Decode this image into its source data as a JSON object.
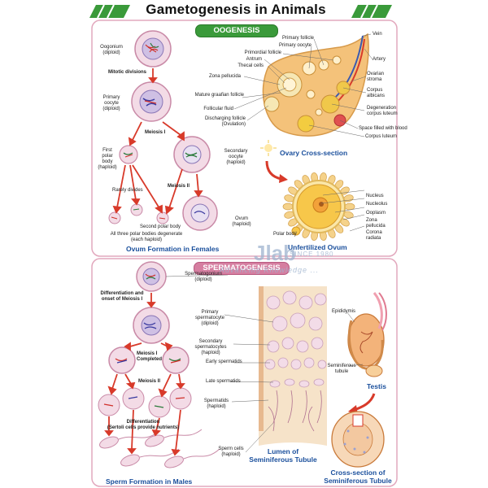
{
  "title": "Gametogenesis in Animals",
  "oogenesis": {
    "banner": "OOGENESIS",
    "labels": {
      "oogonium": "Oogonium\n(diploid)",
      "mitotic": "Mitotic divisions",
      "primary_oocyte": "Primary\noocyte\n(diploid)",
      "meiosis1": "Meiosis I",
      "first_polar": "First\npolar\nbody\n(haploid)",
      "rarely": "Rarely divides",
      "meiosis2": "Meiosis II",
      "secondary_oocyte": "Secondary\noocyte\n(haploid)",
      "second_polar": "Second polar body",
      "ovum": "Ovum\n(haploid)",
      "all_three": "All three polar bodies degenerate\n(each haploid)"
    },
    "caption": "Ovum Formation in Females"
  },
  "ovary": {
    "left_labels": [
      "Primary follicle",
      "Primary oocyte",
      "Primordial follicle",
      "Antrum",
      "Thecal cells",
      "Zona pellucida",
      "Mature graafian follicle",
      "Follicular fluid",
      "Discharging follicle\n(Ovulation)"
    ],
    "right_labels": [
      "Vein",
      "Artery",
      "Ovarian\nstroma",
      "Corpus\nalbicans",
      "Degeneration\ncorpus luteum",
      "Space filled with blood",
      "Corpus luteum"
    ],
    "caption": "Ovary Cross-section"
  },
  "ovum": {
    "labels": [
      "Nucleus",
      "Nucleolus",
      "Ooplasm",
      "Zona\npellucida",
      "Corona\nradiata"
    ],
    "polar_body": "Polar body",
    "caption": "Unfertilized Ovum"
  },
  "spermatogenesis": {
    "banner": "SPERMATOGENESIS",
    "labels": {
      "spermatogonium": "Spermatogonium\n(diploid)",
      "diff_onset": "Differentiation and\nonset of Meiosis I",
      "primary": "Primary\nspermatocyte\n(diploid)",
      "meiosis1": "Meiosis I\nCompleted",
      "secondary": "Secondary\nspermatocytes\n(haploid)",
      "early": "Early spermatids",
      "meiosis2": "Meiosis II",
      "late": "Late spermatids",
      "spermatids": "Spermatids\n(haploid)",
      "differentiation": "Differentiation\n(Sertoli cells provide nutrients)",
      "sperm": "Sperm cells\n(haploid)",
      "epididymis": "Epididymis",
      "seminiferous": "Seminiferous\ntubule"
    },
    "caption_males": "Sperm Formation in Males",
    "caption_lumen": "Lumen of\nSeminiferous Tubule",
    "caption_testis": "Testis",
    "caption_cross": "Cross-section of\nSeminiferous Tubule"
  },
  "watermark": {
    "brand": "Jlab",
    "since": "SINCE 1980",
    "tagline": "Advancing Knowledge ..."
  },
  "colors": {
    "green": "#3a9a3a",
    "pink": "#d57ea0",
    "blue": "#1a4f9c",
    "red": "#d83a2a",
    "tube": "#f3d6c6"
  }
}
